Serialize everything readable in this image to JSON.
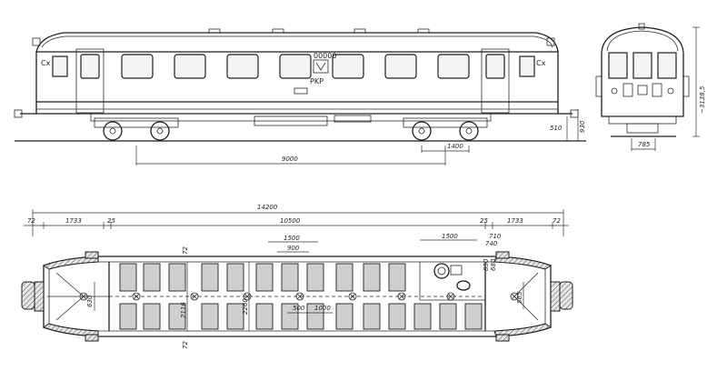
{
  "side_view": {
    "door_label": "Cx",
    "number_plate": "00000",
    "operator_mark": "PKP",
    "dim_bogie_centers": "9000",
    "dim_bogie_wheelbase": "1400",
    "dim_wheel_dia": "510",
    "dim_floor_height": "930"
  },
  "end_view": {
    "dim_height": "~3138,5",
    "dim_gauge": "785"
  },
  "plan_view": {
    "dim_total_length": "14200",
    "dim_left_end": "72",
    "dim_left_platform": "1733",
    "dim_left_gap": "25",
    "dim_saloon": "10500",
    "dim_right_gap": "25",
    "dim_right_platform": "1733",
    "dim_right_end": "72",
    "dim_seat_block": "1500",
    "dim_seat_pitch": "900",
    "dim_service_block": "1500",
    "dim_small_710": "710",
    "dim_small_850": "850",
    "dim_small_680": "680",
    "dim_small_740": "740",
    "dim_width_left": "630",
    "dim_width_inner_a": "2116",
    "dim_width_inner_b": "2260",
    "dim_aisle_a": "500",
    "dim_aisle_b": "1000",
    "dim_right_width": "565",
    "dim_tick_72_top": "72",
    "dim_tick_72_bottom": "72"
  },
  "colors": {
    "line": "#1e1e1e",
    "paper": "#ffffff",
    "hatch": "#cfcfcf"
  }
}
